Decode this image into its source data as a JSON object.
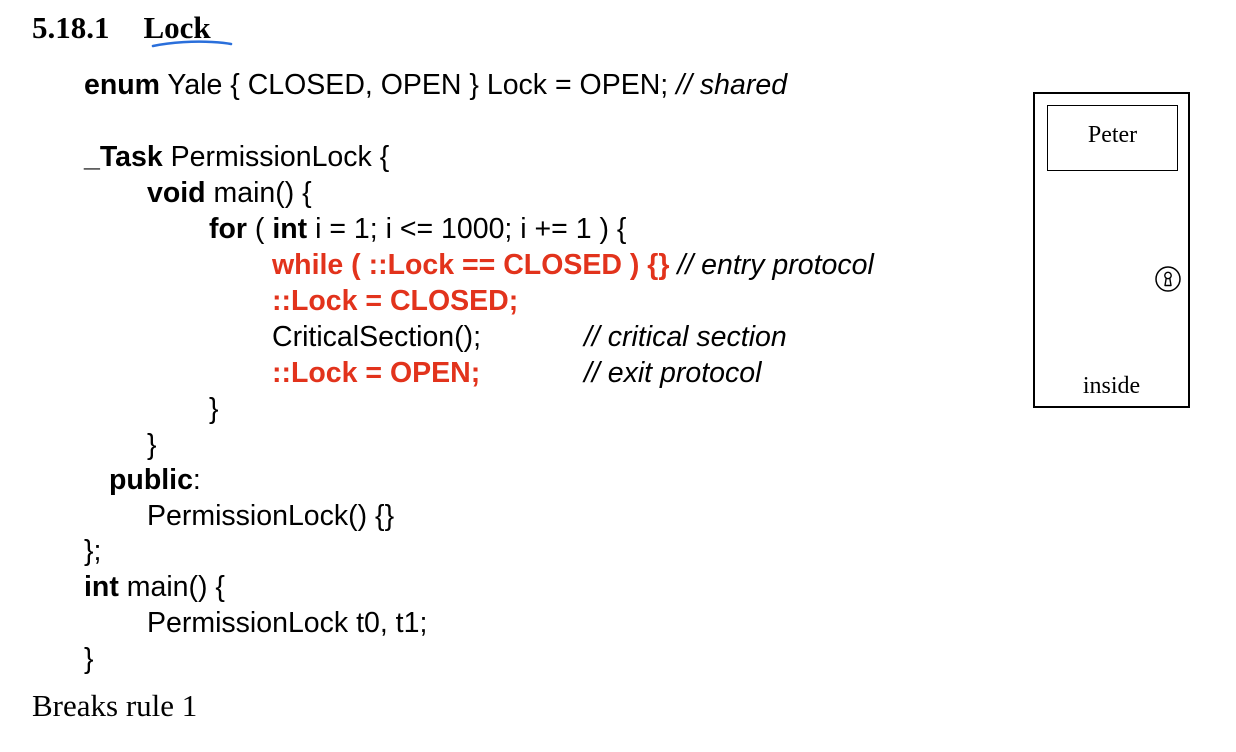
{
  "section": {
    "number": "5.18.1",
    "title": "Lock"
  },
  "code": {
    "l1_kw": "enum",
    "l1_text": " Yale { CLOSED, OPEN } Lock = OPEN; ",
    "l1_comment": "// shared",
    "l2_kw": "_Task",
    "l2_text": " PermissionLock {",
    "l3_kw": "void",
    "l3_text": " main() {",
    "l4_kw": "for",
    "l4_text_a": " ( ",
    "l4_kw2": "int",
    "l4_text_b": " i = 1; i <= 1000; i += 1 ) {",
    "l5_red": "while ( ::Lock == CLOSED ) {}",
    "l5_comment": " // entry protocol",
    "l6_red": "::Lock = CLOSED;",
    "l7_text": "CriticalSection();",
    "l7_comment": "// critical section",
    "l8_red": "::Lock = OPEN;",
    "l8_comment": "// exit protocol",
    "l9_text": "}",
    "l10_text": "}",
    "l11_kw": "public",
    "l11_text": ":",
    "l12_text": "PermissionLock() {}",
    "l13_text": "};",
    "l14_kw": "int",
    "l14_text": " main() {",
    "l15_text": "PermissionLock t0, t1;",
    "l16_text": "}"
  },
  "footer": "Breaks rule 1",
  "diagram": {
    "sign": "Peter",
    "label": "inside",
    "icon": "keyhole-icon"
  },
  "colors": {
    "highlight": "#e2331c",
    "annotation": "#2a6fdb"
  }
}
